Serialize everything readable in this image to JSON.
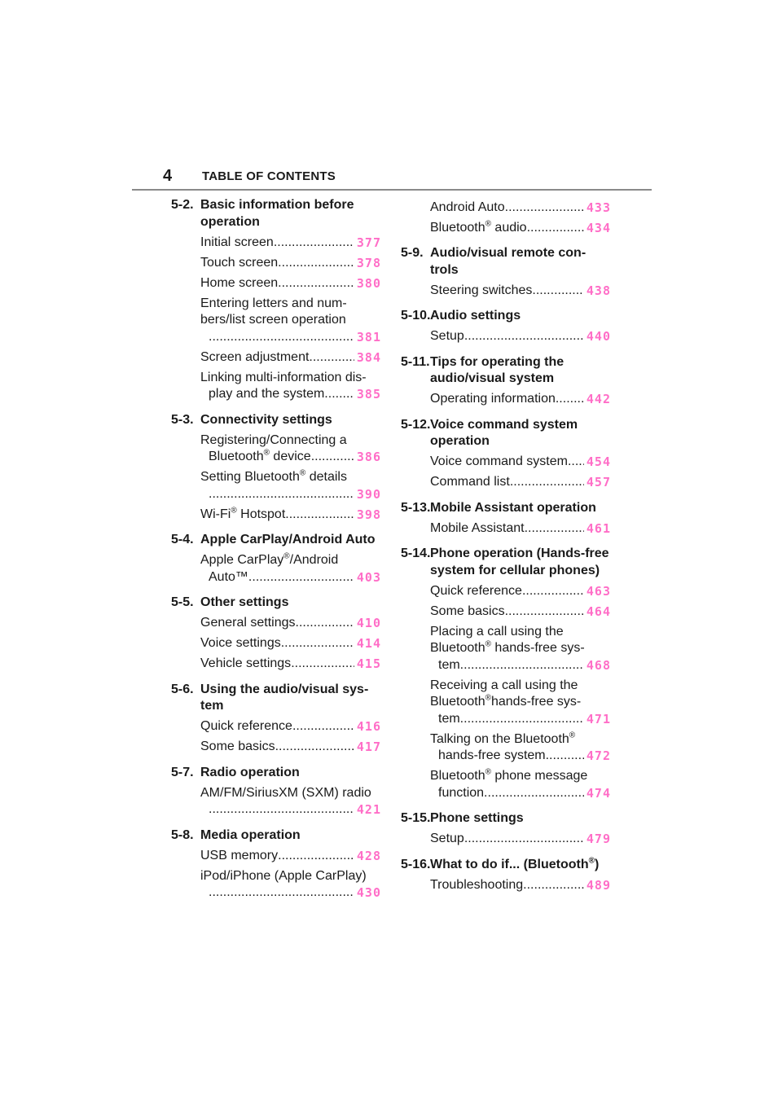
{
  "header": {
    "page_number": "4",
    "title": "TABLE OF CONTENTS"
  },
  "left_column": [
    {
      "num": "5-2.",
      "title": "Basic information before operation",
      "entries": [
        {
          "text": "Initial screen",
          "page": "377"
        },
        {
          "text": "Touch screen",
          "page": "378"
        },
        {
          "text": "Home screen",
          "page": "380"
        },
        {
          "pre": "Entering letters and num-bers/list screen operation",
          "text": "",
          "page": "381"
        },
        {
          "text": "Screen adjustment",
          "page": "384"
        },
        {
          "pre": "Linking multi-information dis-",
          "text": "play and the system",
          "page": "385"
        }
      ]
    },
    {
      "num": "5-3.",
      "title": "Connectivity settings",
      "entries": [
        {
          "pre": "Registering/Connecting a",
          "text": "Bluetooth® device",
          "page": "386"
        },
        {
          "pre": "Setting Bluetooth® details",
          "text": "",
          "page": "390"
        },
        {
          "text": "Wi-Fi® Hotspot",
          "page": "398"
        }
      ]
    },
    {
      "num": "5-4.",
      "title": "Apple CarPlay/Android Auto",
      "entries": [
        {
          "pre": "Apple CarPlay®/Android",
          "text": "Auto™",
          "page": "403"
        }
      ]
    },
    {
      "num": "5-5.",
      "title": "Other settings",
      "entries": [
        {
          "text": "General settings",
          "page": "410"
        },
        {
          "text": "Voice settings",
          "page": "414"
        },
        {
          "text": "Vehicle settings",
          "page": "415"
        }
      ]
    },
    {
      "num": "5-6.",
      "title": "Using the audio/visual sys-tem",
      "entries": [
        {
          "text": "Quick reference",
          "page": "416"
        },
        {
          "text": "Some basics",
          "page": "417"
        }
      ]
    },
    {
      "num": "5-7.",
      "title": "Radio operation",
      "entries": [
        {
          "pre": "AM/FM/SiriusXM (SXM) radio",
          "text": "",
          "page": "421"
        }
      ]
    },
    {
      "num": "5-8.",
      "title": "Media operation",
      "entries": [
        {
          "text": "USB memory",
          "page": "428"
        },
        {
          "pre": "iPod/iPhone (Apple CarPlay)",
          "text": "",
          "page": "430"
        }
      ]
    }
  ],
  "right_column": [
    {
      "num": "",
      "title": "",
      "entries": [
        {
          "text": "Android Auto",
          "page": "433"
        },
        {
          "text": "Bluetooth® audio",
          "page": "434"
        }
      ]
    },
    {
      "num": "5-9.",
      "title": "Audio/visual remote con-trols",
      "entries": [
        {
          "text": "Steering switches",
          "page": "438"
        }
      ]
    },
    {
      "num": "5-10.",
      "title": "Audio settings",
      "entries": [
        {
          "text": "Setup",
          "page": "440"
        }
      ]
    },
    {
      "num": "5-11.",
      "title": "Tips for operating the audio/visual system",
      "entries": [
        {
          "text": "Operating information",
          "page": "442"
        }
      ]
    },
    {
      "num": "5-12.",
      "title": "Voice command system operation",
      "entries": [
        {
          "text": "Voice command system",
          "page": "454"
        },
        {
          "text": "Command list",
          "page": "457"
        }
      ]
    },
    {
      "num": "5-13.",
      "title": "Mobile Assistant operation",
      "entries": [
        {
          "text": "Mobile Assistant",
          "page": "461"
        }
      ]
    },
    {
      "num": "5-14.",
      "title": "Phone operation (Hands-free system for cellular phones)",
      "entries": [
        {
          "text": "Quick reference",
          "page": "463"
        },
        {
          "text": "Some basics",
          "page": "464"
        },
        {
          "pre": "Placing a call using the Bluetooth® hands-free sys-",
          "text": "tem",
          "page": "468"
        },
        {
          "pre": "Receiving a call using the Bluetooth®hands-free sys-",
          "text": "tem",
          "page": "471"
        },
        {
          "pre": "Talking on the Bluetooth®",
          "text": "hands-free system",
          "page": "472"
        },
        {
          "pre": "Bluetooth® phone message",
          "text": "function",
          "page": "474"
        }
      ]
    },
    {
      "num": "5-15.",
      "title": "Phone settings",
      "entries": [
        {
          "text": "Setup",
          "page": "479"
        }
      ]
    },
    {
      "num": "5-16.",
      "title": "What to do if... (Bluetooth®)",
      "entries": [
        {
          "text": "Troubleshooting",
          "page": "489"
        }
      ]
    }
  ]
}
